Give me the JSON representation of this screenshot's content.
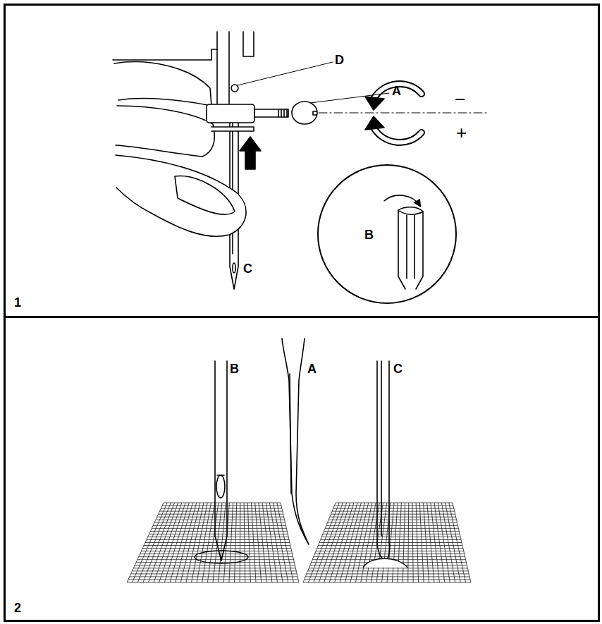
{
  "diagram": {
    "nodes": [
      {
        "text": [
          "1"
        ]
      },
      {
        "text": [
          "B"
        ],
        "in": 0
      },
      {
        "text": [
          "2"
        ]
      }
    ],
    "labels": [
      "D",
      "A",
      "−",
      "+",
      "C",
      "B",
      "A",
      "C"
    ]
  }
}
